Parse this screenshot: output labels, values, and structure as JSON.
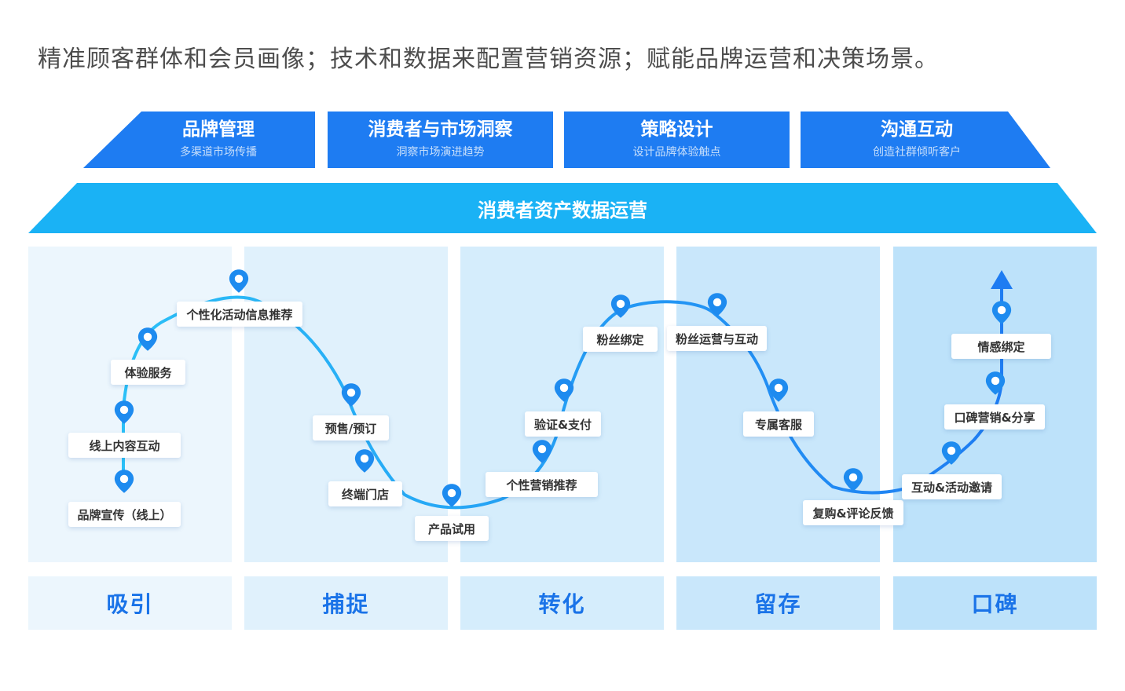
{
  "headline": "精准顾客群体和会员画像；技术和数据来配置营销资源；赋能品牌运营和决策场景。",
  "top_boxes": [
    {
      "title": "品牌管理",
      "subtitle": "多渠道市场传播"
    },
    {
      "title": "消费者与市场洞察",
      "subtitle": "洞察市场演进趋势"
    },
    {
      "title": "策略设计",
      "subtitle": "设计品牌体验触点"
    },
    {
      "title": "沟通互动",
      "subtitle": "创造社群倾听客户"
    }
  ],
  "band": {
    "title": "消费者资产数据运营"
  },
  "stages": [
    "吸引",
    "捕捉",
    "转化",
    "留存",
    "口碑"
  ],
  "touchpoints": [
    "个性化活动信息推荐",
    "体验服务",
    "线上内容互动",
    "品牌宣传（线上）",
    "预售/预订",
    "终端门店",
    "产品试用",
    "个性营销推荐",
    "验证&支付",
    "粉丝绑定",
    "粉丝运营与互动",
    "专属客服",
    "复购&评论反馈",
    "互动&活动邀请",
    "口碑营销&分享",
    "情感绑定"
  ],
  "colors": {
    "top_box": "#1e7cf2",
    "band": "#1ab2f5",
    "col_1": "#ecf6fd",
    "col_2": "#e0f1fc",
    "col_3": "#d5edfc",
    "col_4": "#c9e7fb",
    "col_5": "#bde2fa",
    "stage_text": "#1a73e8",
    "pin": "#1e8bef"
  }
}
